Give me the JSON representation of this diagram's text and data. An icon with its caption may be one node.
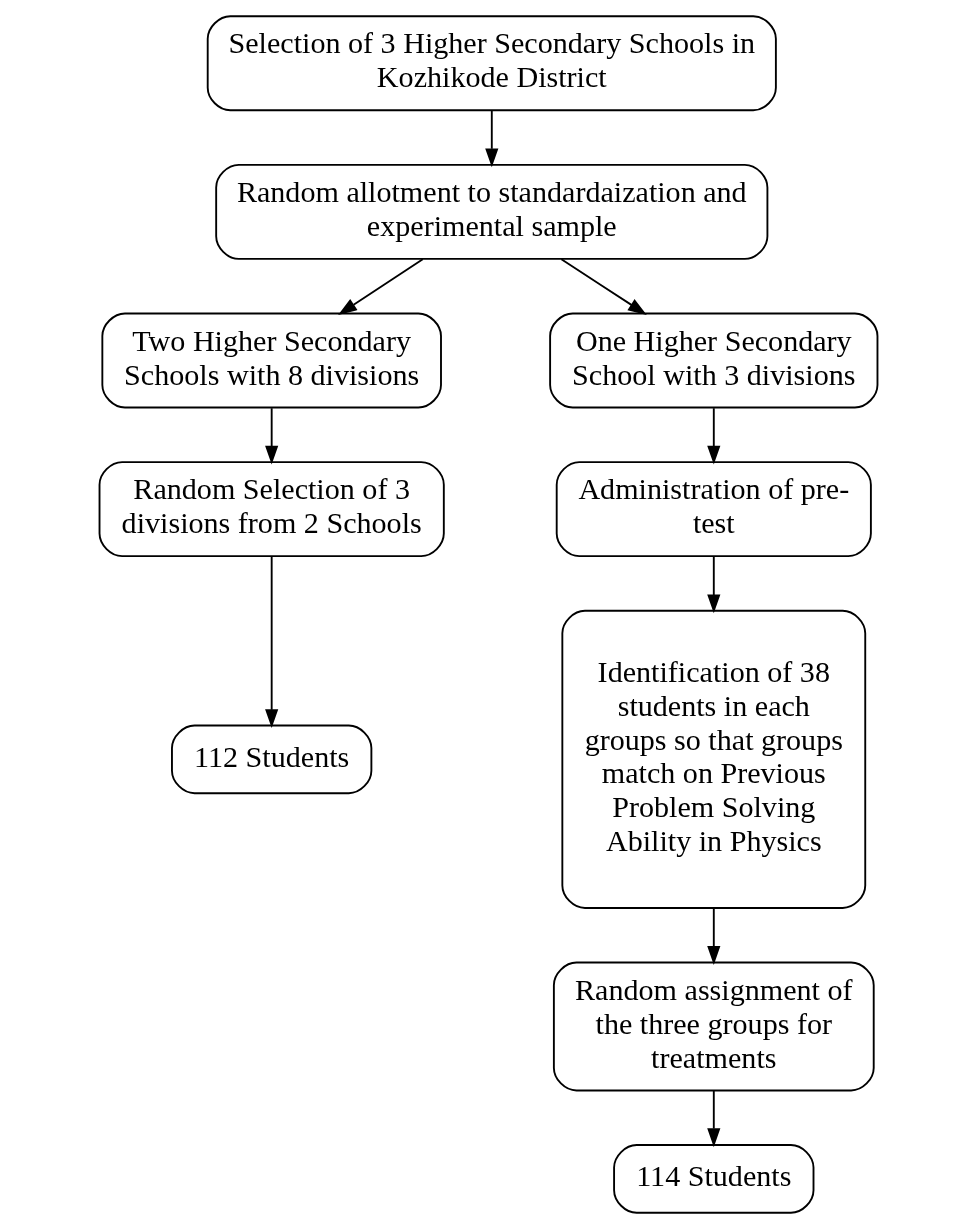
{
  "diagram": {
    "nodes": [
      {
        "text": [
          "Selection of 3 Higher Secondary Schools in Kozhikode District"
        ]
      },
      {
        "text": [
          "Random allotment to standardaization and experimental sample"
        ]
      },
      {
        "text": [
          "Two Higher Secondary Schools with 8 divisions"
        ]
      },
      {
        "text": [
          "One Higher Secondary School with 3 divisions"
        ]
      },
      {
        "text": [
          "Random Selection of 3 divisions from 2 Schools"
        ]
      },
      {
        "text": [
          "Administration of pre-test"
        ]
      },
      {
        "text": [
          "112 Students"
        ]
      },
      {
        "text": [
          "Identification of 38 students in each groups so that groups match on Previous Problem Solving Ability in Physics"
        ]
      },
      {
        "text": [
          "Random assignment of the three groups for treatments"
        ]
      },
      {
        "text": [
          "114 Students"
        ]
      }
    ],
    "edges": [
      {
        "from": 0,
        "to": 1,
        "arrow": "to"
      },
      {
        "from": 1,
        "to": 2,
        "arrow": "to"
      },
      {
        "from": 1,
        "to": 3,
        "arrow": "to"
      },
      {
        "from": 2,
        "to": 4,
        "arrow": "to"
      },
      {
        "from": 4,
        "to": 6,
        "arrow": "to"
      },
      {
        "from": 3,
        "to": 5,
        "arrow": "to"
      },
      {
        "from": 5,
        "to": 7,
        "arrow": "to"
      },
      {
        "from": 7,
        "to": 8,
        "arrow": "to"
      },
      {
        "from": 8,
        "to": 9,
        "arrow": "to"
      }
    ]
  }
}
